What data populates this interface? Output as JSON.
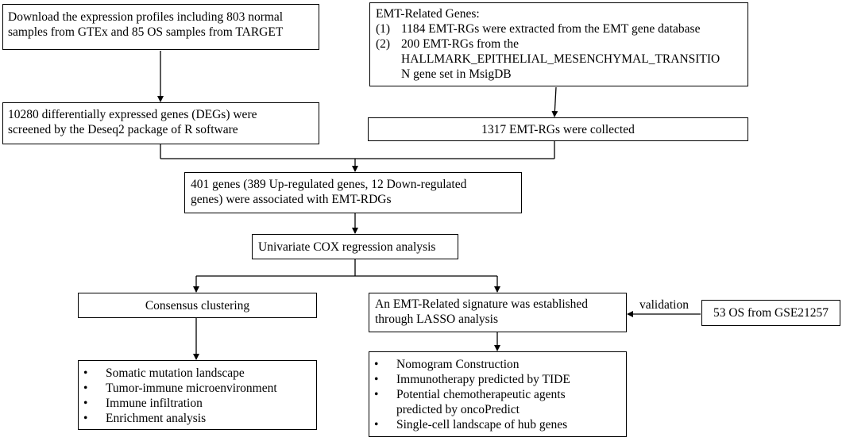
{
  "download_box": {
    "lines": [
      "Download the expression profiles including 803 normal",
      "samples from GTEx and 85 OS samples from TARGET"
    ]
  },
  "emt_genes_box": {
    "title": "EMT-Related Genes:",
    "items": [
      {
        "num": "(1)",
        "lines": [
          "1184 EMT-RGs were extracted from the EMT gene database"
        ]
      },
      {
        "num": "(2)",
        "lines": [
          "200 EMT-RGs  from the",
          "HALLMARK_EPITHELIAL_MESENCHYMAL_TRANSITIO",
          "N gene set in MsigDB"
        ]
      }
    ]
  },
  "degs_box": {
    "lines": [
      "10280 differentially expressed genes (DEGs) were",
      "screened by the Deseq2 package of R software"
    ]
  },
  "emt_collected_box": {
    "text": "1317 EMT-RGs were collected"
  },
  "overlap_box": {
    "lines": [
      "401 genes (389 Up-regulated genes, 12 Down-regulated",
      "genes) were associated with EMT-RDGs"
    ]
  },
  "cox_box": {
    "text": "Univariate COX regression analysis"
  },
  "consensus_box": {
    "text": "Consensus clustering"
  },
  "signature_box": {
    "lines": [
      "An EMT-Related  signature was established",
      "through LASSO analysis"
    ]
  },
  "validation_label": "validation",
  "gse_box": {
    "text": "53 OS from GSE21257"
  },
  "consensus_results": {
    "items": [
      "Somatic mutation landscape",
      "Tumor-immune microenvironment",
      "Immune infiltration",
      "Enrichment analysis"
    ]
  },
  "signature_results": {
    "items": [
      {
        "lines": [
          "Nomogram Construction"
        ]
      },
      {
        "lines": [
          "Immunotherapy predicted by TIDE"
        ]
      },
      {
        "lines": [
          "Potential chemotherapeutic agents",
          "predicted by oncoPredict"
        ]
      },
      {
        "lines": [
          "Single-cell landscape of hub genes"
        ]
      }
    ]
  }
}
